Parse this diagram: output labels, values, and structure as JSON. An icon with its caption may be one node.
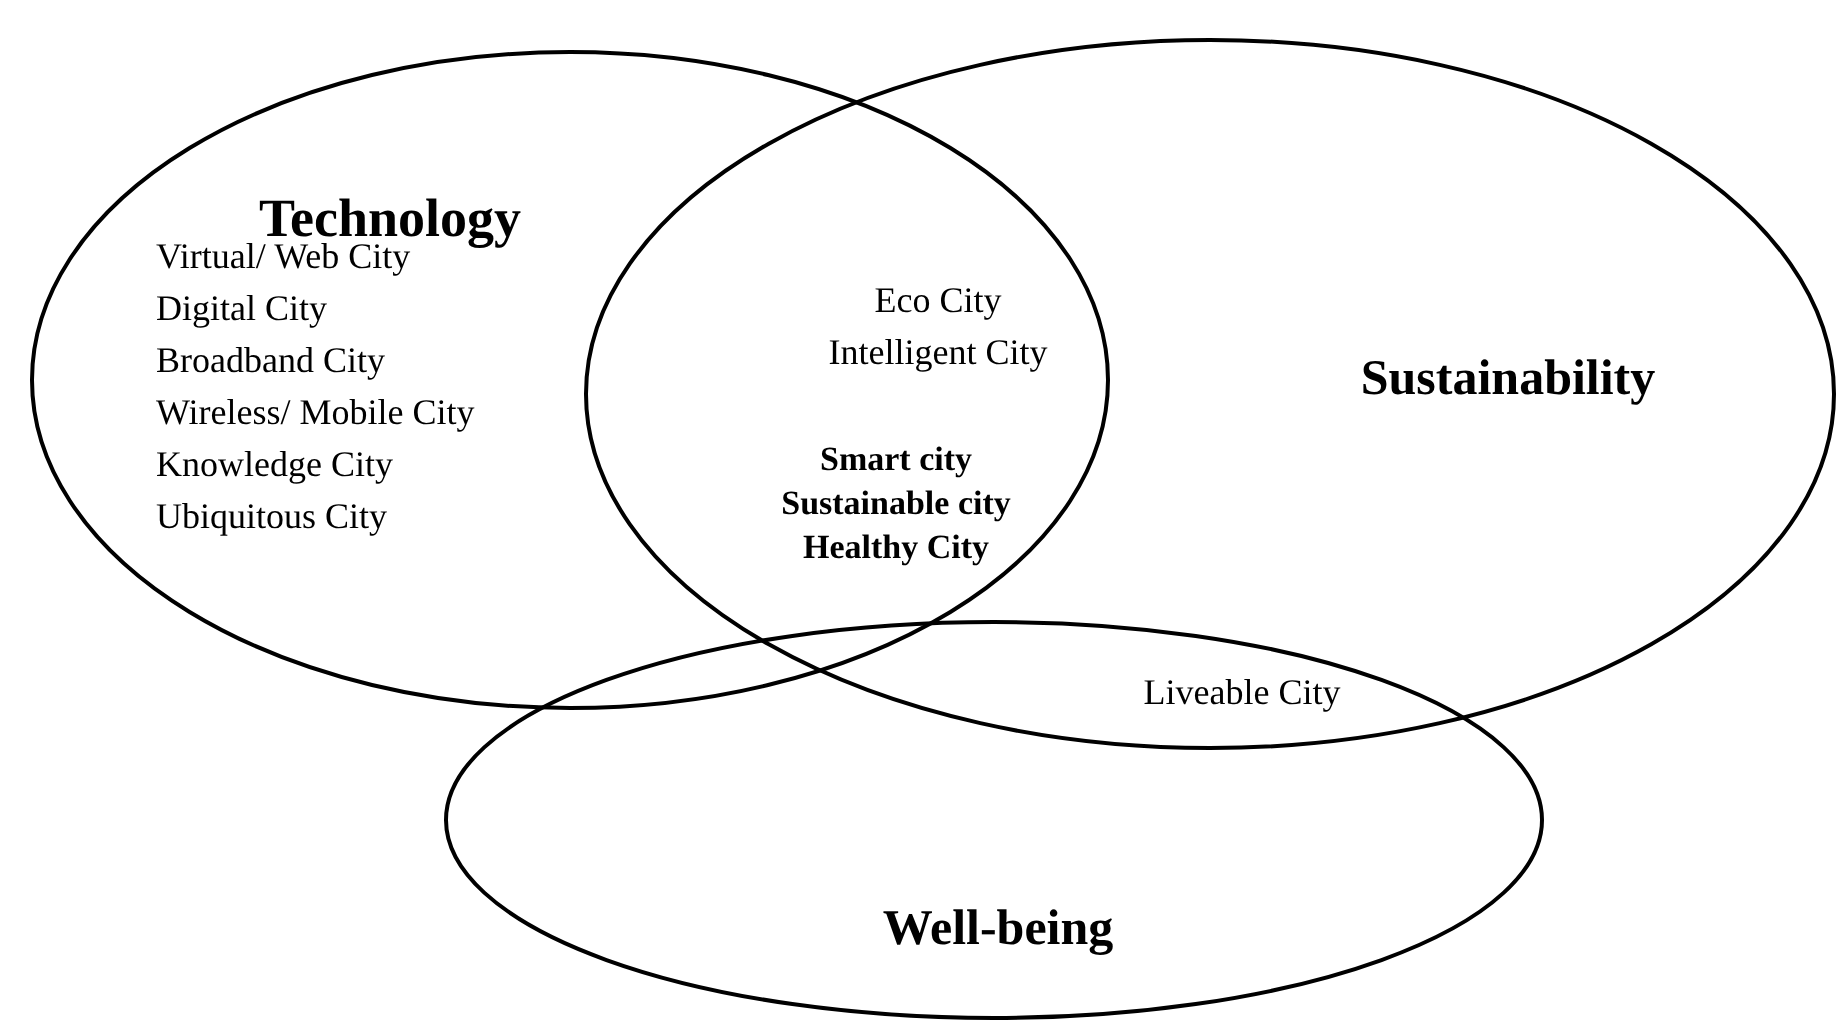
{
  "diagram": {
    "nodes": [
      {
        "text": [
          "Technology",
          "Virtual/ Web City",
          "Digital City",
          "Broadband City",
          "Wireless/ Mobile City",
          "Knowledge City",
          "Ubiquitous City"
        ]
      },
      {
        "text": [
          "Sustainability"
        ]
      },
      {
        "text": [
          "Well-being"
        ]
      }
    ],
    "labels": [
      "Eco City",
      "Intelligent City",
      "Smart city",
      "Sustainable city",
      "Healthy City",
      "Liveable City"
    ]
  }
}
